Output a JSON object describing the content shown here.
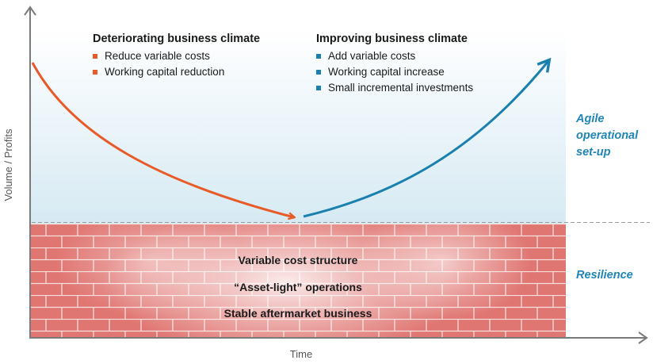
{
  "axes": {
    "y_label": "Volume / Profits",
    "x_label": "Time"
  },
  "deteriorating": {
    "title": "Deteriorating business climate",
    "items": [
      "Reduce variable costs",
      "Working capital reduction"
    ],
    "color": "#e85a28"
  },
  "improving": {
    "title": "Improving business climate",
    "items": [
      "Add variable costs",
      "Working capital increase",
      "Small incremental investments"
    ],
    "color": "#1a80ad"
  },
  "wall": {
    "lines": [
      "Variable cost structure",
      "“Asset-light” operations",
      "Stable aftermarket business"
    ],
    "brick_color": "#d95d59"
  },
  "side_labels": {
    "agile": "Agile operational set-up",
    "resilience": "Resilience",
    "color": "#1f85b6"
  }
}
